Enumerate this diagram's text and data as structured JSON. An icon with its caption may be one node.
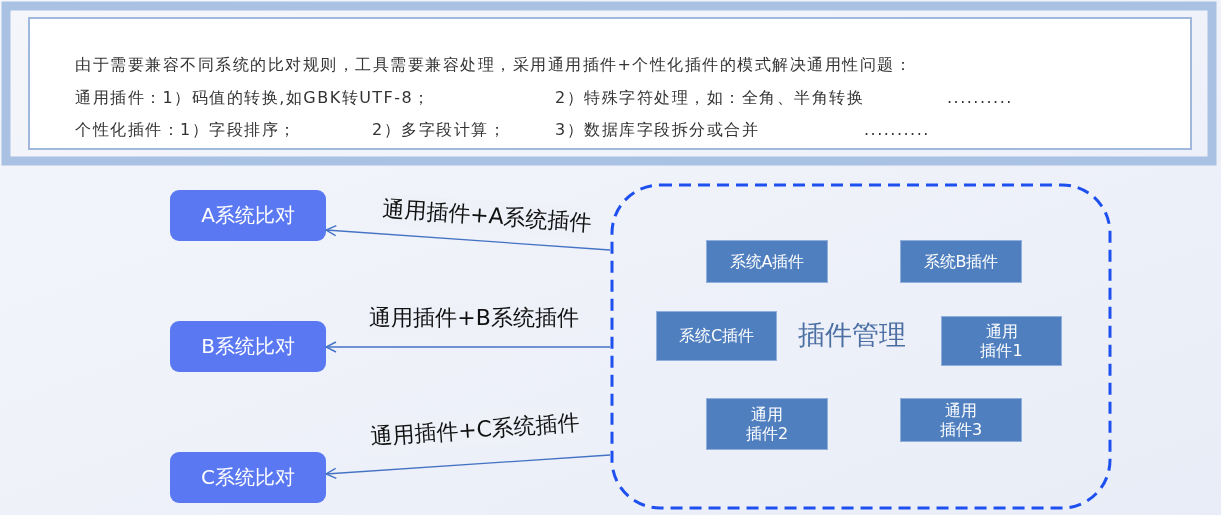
{
  "diagram": {
    "nodes": [
      {
        "text": [
          "由于需要兼容不同系统的比对规则，工具需要兼容处理，采用通用插件+个性化插件的模式解决通用性问题：",
          "通用插件：1）码值的转换,如GBK转UTF-8；",
          "2）特殊字符处理，如：全角、半角转换",
          "..........",
          "个性化插件：1）字段排序；",
          "2）多字段计算；",
          "3）数据库字段拆分或合并",
          ".........."
        ]
      },
      {
        "text": [
          "A系统比对"
        ]
      },
      {
        "text": [
          "B系统比对"
        ]
      },
      {
        "text": [
          "C系统比对"
        ]
      },
      {
        "text": [
          "插件管理"
        ]
      },
      {
        "text": [
          "系统A插件"
        ],
        "in": 4
      },
      {
        "text": [
          "系统B插件"
        ],
        "in": 4
      },
      {
        "text": [
          "系统C插件"
        ],
        "in": 4
      },
      {
        "text": [
          "通用插件1"
        ],
        "in": 4
      },
      {
        "text": [
          "通用插件2"
        ],
        "in": 4
      },
      {
        "text": [
          "通用插件3"
        ],
        "in": 4
      }
    ],
    "edges": [
      {
        "from": 4,
        "to": 1,
        "arrow": "to",
        "label": "通用插件+A系统插件"
      },
      {
        "from": 4,
        "to": 2,
        "arrow": "to",
        "label": "通用插件+B系统插件"
      },
      {
        "from": 4,
        "to": 3,
        "arrow": "to",
        "label": "通用插件+C系统插件"
      }
    ]
  }
}
